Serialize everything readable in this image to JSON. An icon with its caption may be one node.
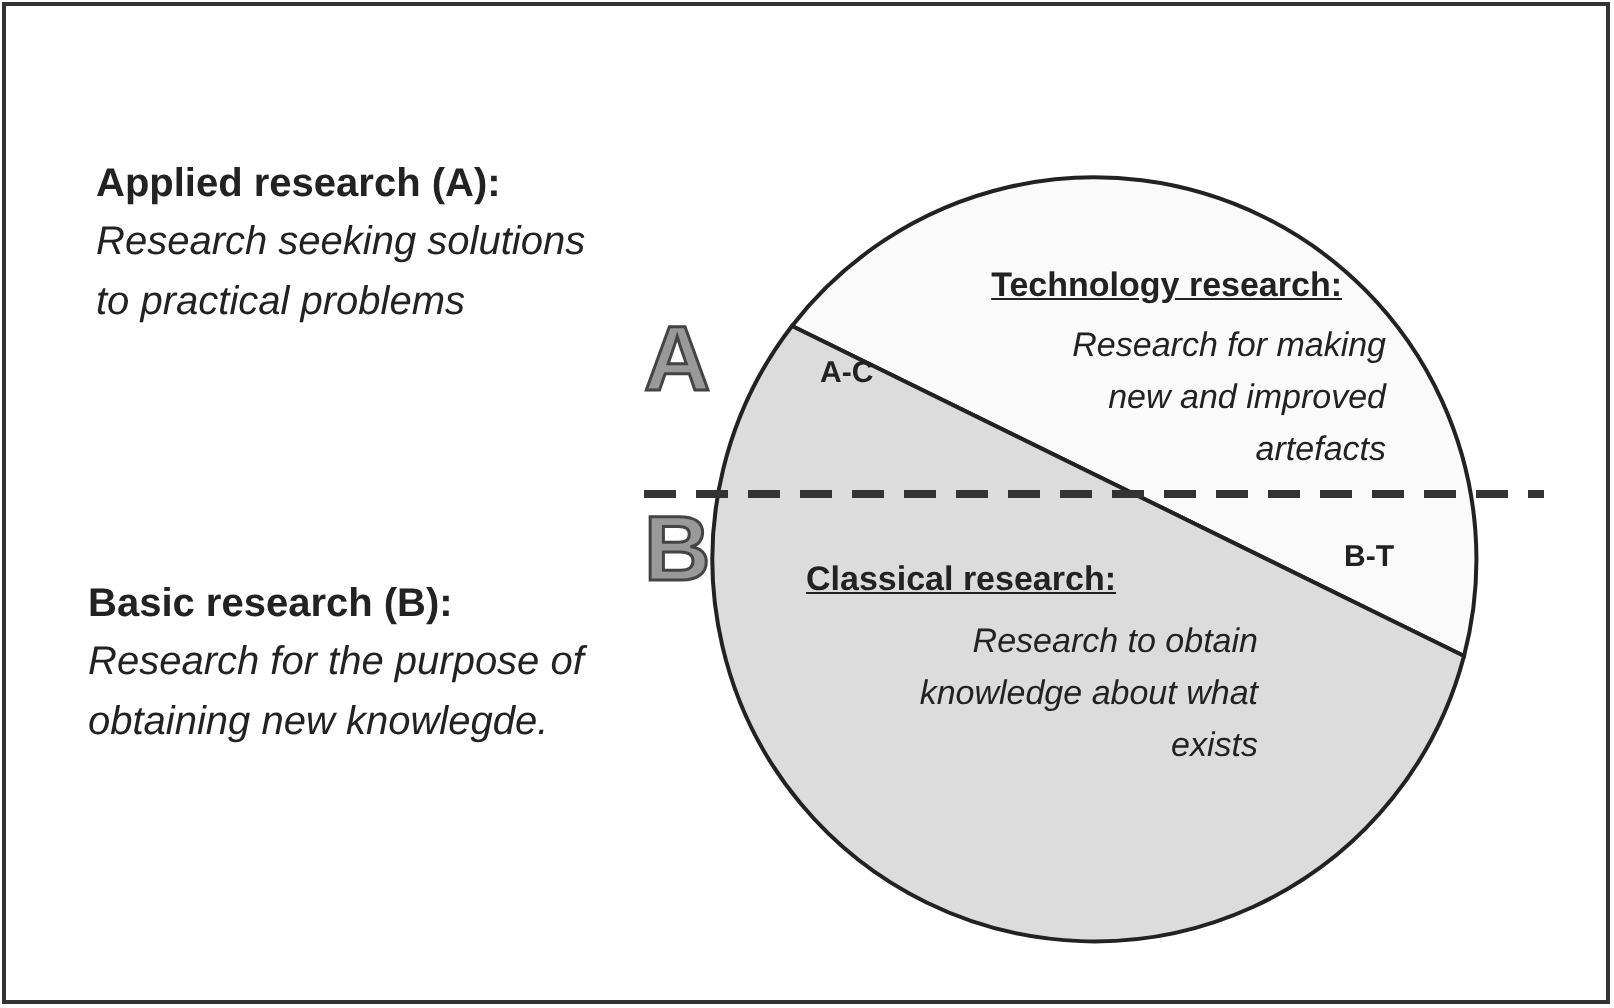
{
  "diagram": {
    "nodes": [
      {
        "text": [
          "Technology research:",
          "Research for making new and improved artefacts"
        ]
      },
      {
        "text": [
          "Classical research:",
          "Research to obtain knowledge about what exists"
        ]
      }
    ],
    "edges": [],
    "labels": [
      "Applied research (A):",
      "Research seeking solutions to practical problems",
      "A",
      "A-C",
      "B",
      "B-T",
      "Basic research (B):",
      "Research for the purpose of obtaining new knowlegde."
    ]
  }
}
